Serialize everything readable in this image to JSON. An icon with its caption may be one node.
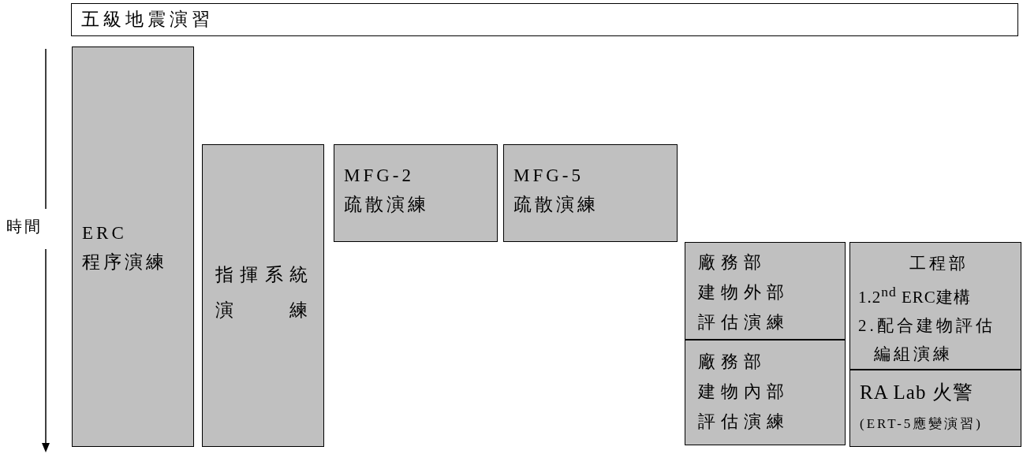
{
  "diagram": {
    "nodes": [
      {
        "text": [
          "五級地震演習"
        ]
      },
      {
        "text": [
          "ERC 程序演練"
        ]
      },
      {
        "text": [
          "指揮系統演練"
        ]
      },
      {
        "text": [
          "MFG-2 疏散演練"
        ]
      },
      {
        "text": [
          "MFG-5 疏散演練"
        ]
      },
      {
        "text": [
          "廠務部",
          "建物外部評估演練"
        ]
      },
      {
        "text": [
          "廠務部",
          "建物內部評估演練"
        ]
      },
      {
        "text": [
          "工程部",
          "1.2$^{nd}$ ERC建構",
          "2.配合建物評估編組演練"
        ]
      },
      {
        "text": [
          "RA Lab 火警",
          "(ERT-5應變演習)"
        ]
      }
    ],
    "labels": [
      "時間"
    ]
  }
}
